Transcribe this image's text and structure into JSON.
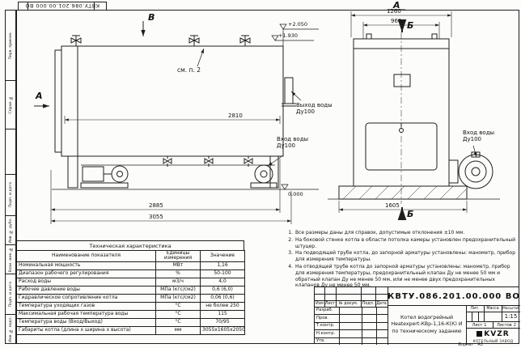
{
  "top_stamp": "КВТУ.086.201.00.000 ВО",
  "margin_labels": [
    "Перв. примен.",
    "Справ. №",
    "Подп. и дата",
    "Инв. № дубл.",
    "Взам. инв. №",
    "Подп. и дата",
    "Инв. № подл."
  ],
  "views": {
    "side": {
      "view_letter_top": "В",
      "view_letter_left": "А",
      "see_note": "см. п. 2",
      "elev_top": "+2.050",
      "elev_mid": "+1.930",
      "elev_zero": "0.000",
      "label_outlet": "Выход воды\nДу100",
      "label_inlet": "Вход воды\nДу100",
      "dim_inner": "2810",
      "dim_mid": "2885",
      "dim_overall": "3055"
    },
    "front": {
      "title": "А",
      "section_top": "Б",
      "section_bottom": "Б",
      "dim_top": "1260",
      "dim_inner": "960",
      "dim_base": "1605",
      "label_inlet": "Вход воды\nДу100"
    }
  },
  "table": {
    "title": "Техническая характеристика",
    "headers": [
      "Наименование показателя",
      "Единицы\nизмерения",
      "Значение"
    ],
    "rows": [
      [
        "Номинальная мощность",
        "МВт",
        "1,16"
      ],
      [
        "Диапазон рабочего регулирования",
        "%",
        "50-100"
      ],
      [
        "Расход воды",
        "м3/ч",
        "4,0"
      ],
      [
        "Рабочее давление воды",
        "МПа (кгс/см2)",
        "0,6 (6,0)"
      ],
      [
        "Гидравлическое сопротивление котла",
        "МПа (кгс/см2)",
        "0,06 (0,6)"
      ],
      [
        "Температура уходящих газов",
        "°С",
        "не более 250"
      ],
      [
        "Максимальная рабочая температура воды",
        "°С",
        "115"
      ],
      [
        "Температура воды (Вход/Выход)",
        "°С",
        "70/95"
      ],
      [
        "Габариты котла (длина х ширина х высота)",
        "мм",
        "3055х1605х2050"
      ]
    ]
  },
  "notes": [
    {
      "num": "1.",
      "text": "Все размеры даны для справок, допустимые отклонения ±10 мм."
    },
    {
      "num": "2.",
      "text": "На боковой стенке котла в области потолка камеры установлен предохранительный штуцер."
    },
    {
      "num": "3.",
      "text": "На подводящей трубе котла, до запорной арматуры установлены: манометр, прибор для измерения температуры."
    },
    {
      "num": "4.",
      "text": "На отводящей трубе котла до запорной арматуры установлены: манометр, прибор для измерения температуры, предохранительный клапан Ду не менее 50 мм и обратный клапан Ду не менее 50 мм, или не менее двух предохранительных клапанов Ду не менее 50 мм."
    }
  ],
  "title_block": {
    "doc_number": "КВТУ.086.201.00.000 ВО",
    "product_name": "Котел водогрейный\nHeatexpert-КВр-1,16-К(К) И\nпо техническому заданию",
    "change_header": [
      "Изм",
      "Лист",
      "№ докум.",
      "Подп.",
      "Дата"
    ],
    "sig_rows": [
      "Разраб.",
      "Пров.",
      "Т.контр.",
      "Н.контр.",
      "Утв."
    ],
    "lit_label": "Лит.",
    "mass_label": "Масса",
    "scale_label": "Масштаб",
    "scale_value": "1:15",
    "sheet_label": "Лист",
    "sheet_value": "1",
    "sheets_label": "Листов",
    "sheets_value": "2",
    "logo_text": "KVZR",
    "company_text": "КОТЕЛЬНЫЙ ЗАВОД",
    "format_label": "Формат",
    "format_value": "А3"
  }
}
